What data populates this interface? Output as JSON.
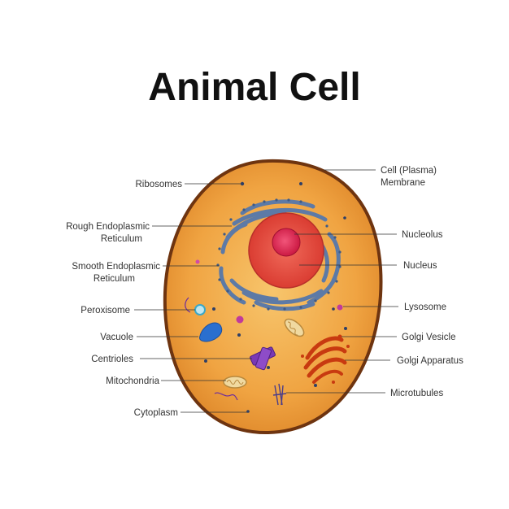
{
  "title": "Animal Cell",
  "colors": {
    "membrane": "#7a3a12",
    "cytoplasm": "#f0a442",
    "nucleus": "#e5473d",
    "nucleolus": "#d41f4a",
    "endoplasmic_reticulum": "#5d7aa6",
    "vacuole": "#2a6fcf",
    "centrioles": "#7a39b5",
    "golgi": "#c83a10",
    "mitochondria": "#f0d9a0"
  },
  "labels": {
    "left": {
      "ribosomes": "Ribosomes",
      "rough_er_1": "Rough Endoplasmic",
      "rough_er_2": "Reticulum",
      "smooth_er_1": "Smooth Endoplasmic",
      "smooth_er_2": "Reticulum",
      "peroxisome": "Peroxisome",
      "vacuole": "Vacuole",
      "centrioles": "Centrioles",
      "mitochondria": "Mitochondria",
      "cytoplasm": "Cytoplasm"
    },
    "right": {
      "membrane_1": "Cell (Plasma)",
      "membrane_2": "Membrane",
      "nucleolus": "Nucleolus",
      "nucleus": "Nucleus",
      "lysosome": "Lysosome",
      "golgi_vesicle": "Golgi Vesicle",
      "golgi_apparatus": "Golgi Apparatus",
      "microtubules": "Microtubules"
    }
  }
}
